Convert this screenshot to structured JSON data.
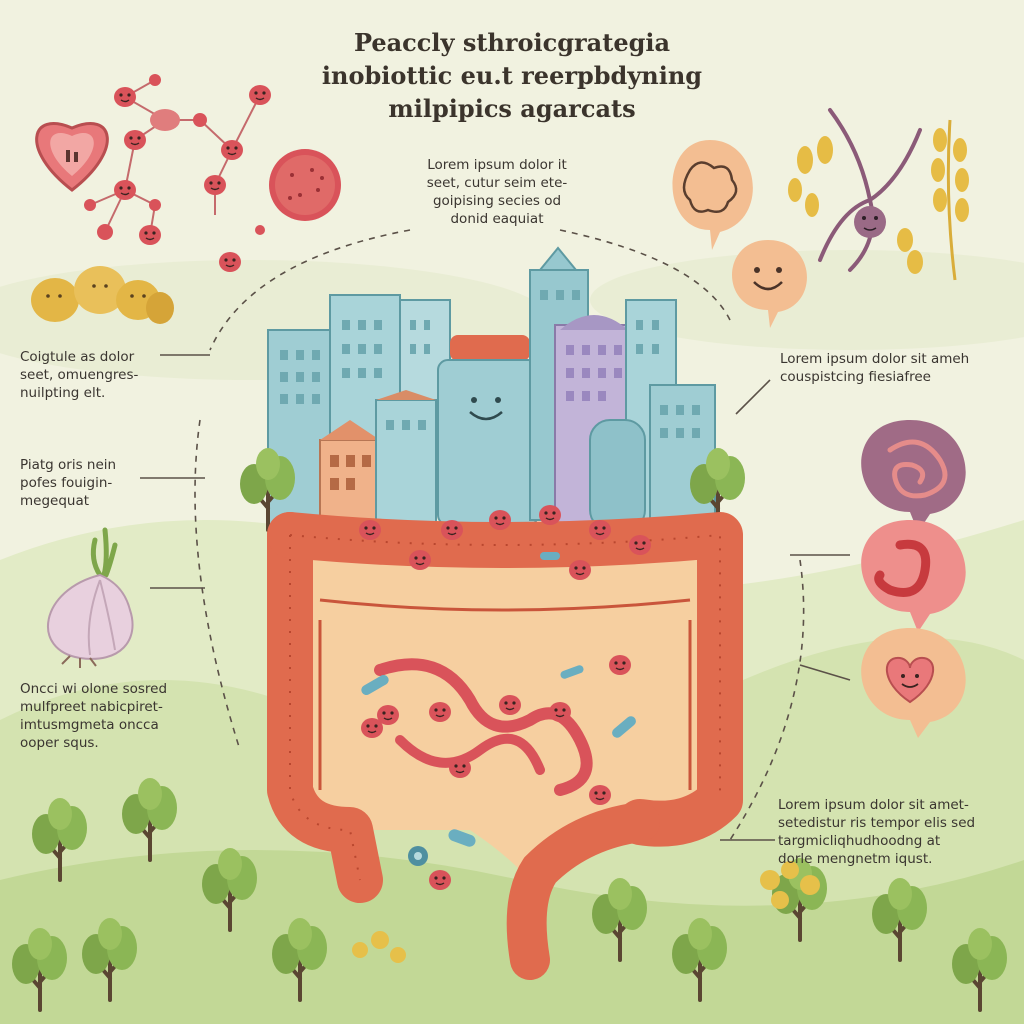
{
  "title": {
    "lines": [
      "Peaccly sthroicgrategia",
      "inobiottic eu.t reerpbdyning",
      "milpipics agarcats"
    ]
  },
  "captions": {
    "top": [
      "Lorem ipsum dolor it",
      "seet, cutur seim ete-",
      "goipising secies od",
      "donid eaquiat"
    ],
    "left_1": [
      "Coigtule as dolor",
      "seet, omuengres-",
      "nuilpting elt."
    ],
    "left_2": [
      "Piatg oris nein",
      "pofes fouigin-",
      "megequat"
    ],
    "left_3": [
      "Oncci wi olone sosred",
      "mulfpreet nabicpiret-",
      "imtusmgmeta oncca",
      "ooper squs."
    ],
    "right_1": [
      "Lorem ipsum dolor sit ameh",
      "couspistcing fiesiafree"
    ],
    "right_2": [
      "Lorem ipsum dolor sit amet-",
      "setedistur ris tempor elis sed",
      "targmicliqhudhoodng at",
      "dorle mengnetm iqust."
    ]
  },
  "icons": [
    "heart-organ-icon",
    "molecule-network-icon",
    "bacteria-cluster-icon",
    "cell-icon",
    "brain-bubble-icon",
    "smiley-bubble-icon",
    "neuron-icon",
    "grain-icon",
    "garlic-icon",
    "city-buildings-icon",
    "intestine-icon",
    "digestive-bubble-icon",
    "stomach-bubble-icon",
    "heart-face-icon",
    "tree-icon"
  ],
  "colors": {
    "sky": "#f1f2e0",
    "hills": "#c9dca0",
    "intestine": "#e06b4e",
    "intestine_outline": "#b9472f",
    "interior": "#f6cfa0",
    "bacteria": "#d9535a",
    "buildings": "#9fcdd3",
    "text": "#3a3530"
  }
}
